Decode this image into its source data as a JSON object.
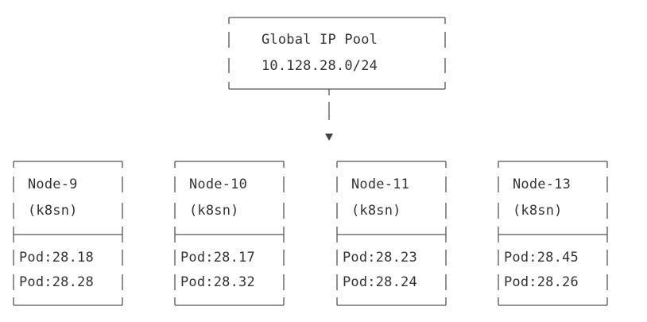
{
  "pool": {
    "title": "Global IP Pool",
    "cidr": "10.128.28.0/24"
  },
  "nodes": [
    {
      "name": "Node-9",
      "type": "(k8sn)",
      "pods": [
        "Pod:28.18",
        "Pod:28.28"
      ]
    },
    {
      "name": "Node-10",
      "type": "(k8sn)",
      "pods": [
        "Pod:28.17",
        "Pod:28.32"
      ]
    },
    {
      "name": "Node-11",
      "type": "(k8sn)",
      "pods": [
        "Pod:28.23",
        "Pod:28.24"
      ]
    },
    {
      "name": "Node-13",
      "type": "(k8sn)",
      "pods": [
        "Pod:28.45",
        "Pod:28.26"
      ]
    }
  ],
  "colors": {
    "line": "#555555",
    "text": "#333333"
  }
}
